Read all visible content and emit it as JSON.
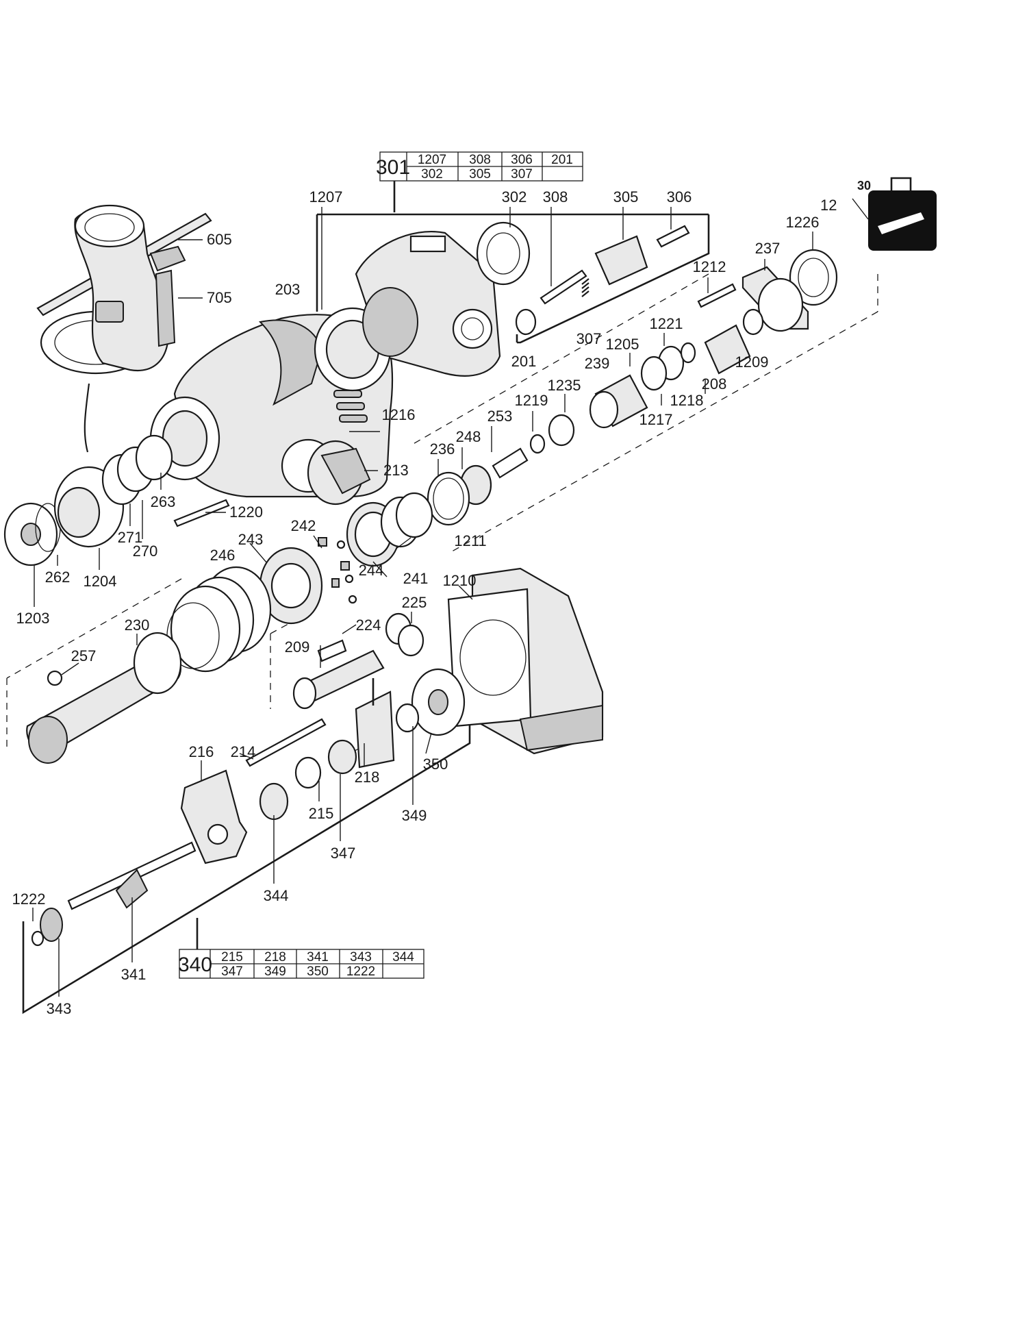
{
  "kits": {
    "kit301": {
      "number": "301",
      "row1": [
        "1207",
        "308",
        "306",
        "201"
      ],
      "row2": [
        "302",
        "305",
        "307",
        ""
      ]
    },
    "kit340": {
      "number": "340",
      "row1": [
        "215",
        "218",
        "341",
        "343",
        "344"
      ],
      "row2": [
        "347",
        "349",
        "350",
        "1222",
        ""
      ]
    }
  },
  "labels": {
    "p1207_top": "1207",
    "p302": "302",
    "p308": "308",
    "p305": "305",
    "p306": "306",
    "p605": "605",
    "p705": "705",
    "p203": "203",
    "p307": "307",
    "p201": "201",
    "p1226": "1226",
    "p237": "237",
    "p12_partial": "12",
    "p1212": "1212",
    "p1221": "1221",
    "p1205": "1205",
    "p239": "239",
    "p1209": "1209",
    "p208": "208",
    "p1218": "1218",
    "p1217": "1217",
    "p1235": "1235",
    "p1219": "1219",
    "p253": "253",
    "p248": "248",
    "p236": "236",
    "p1216": "1216",
    "p213": "213",
    "p263": "263",
    "p1220": "1220",
    "p271": "271",
    "p270": "270",
    "p262": "262",
    "p1204": "1204",
    "p1203": "1203",
    "p242": "242",
    "p243": "243",
    "p246": "246",
    "p244": "244",
    "p241": "241",
    "p1211": "1211",
    "p1210": "1210",
    "p225": "225",
    "p224": "224",
    "p230": "230",
    "p257": "257",
    "p209": "209",
    "p216": "216",
    "p214": "214",
    "p218": "218",
    "p350": "350",
    "p215": "215",
    "p349": "349",
    "p347": "347",
    "p344": "344",
    "p1222": "1222",
    "p341": "341",
    "p343": "343",
    "p30": "30"
  },
  "colors": {
    "ink": "#1a1a1a",
    "case_fill": "#111111"
  },
  "icons": {
    "case": "tool-case-icon",
    "logo": "brand-logo"
  }
}
